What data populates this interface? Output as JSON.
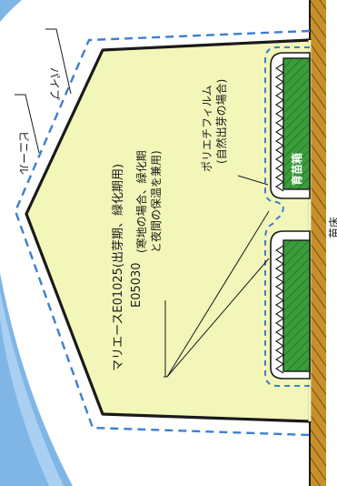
{
  "labels": {
    "pipe": "パイプ",
    "vinyl": "ビニール",
    "main_text": "マリエースE01025(出芽期、緑化期用)",
    "e05030_label": "E05030",
    "e05030_note_line1": "(寒地の場合、緑化期",
    "e05030_note_line2": "と夜間の保温を兼用)",
    "polyfilm_title": "ポリエチフィルム",
    "polyfilm_note": "(自然出芽の場合)",
    "seedling_box": "育苗箱",
    "seedbed": "苗床"
  },
  "colors": {
    "tunnel_fill": "#f3f6b9",
    "tunnel_outline": "#1a1a1a",
    "dashed_vinyl": "#3d7fd0",
    "seedling_box_fill": "#3a9d3a",
    "seedling_box_text": "#ffffff",
    "ground": "#c8902a",
    "corner_sky": "#7fb6e6"
  }
}
